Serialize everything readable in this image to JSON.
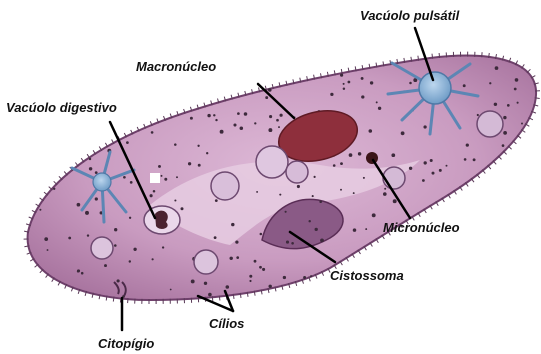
{
  "labels": {
    "vacuolo_pulsatil": "Vacúolo pulsátil",
    "macronucleo": "Macronúcleo",
    "vacuolo_digestivo": "Vacúolo digestivo",
    "micronucleo": "Micronúcleo",
    "cistossoma": "Cistossoma",
    "cilios": "Cílios",
    "citopigio": "Citopígio"
  },
  "colors": {
    "cell_body": "#c99bc0",
    "cell_outline": "#6e3f6a",
    "macronucleus": "#8e2f3c",
    "vacuole": "#8fb6d8",
    "leader_line": "#000000"
  }
}
